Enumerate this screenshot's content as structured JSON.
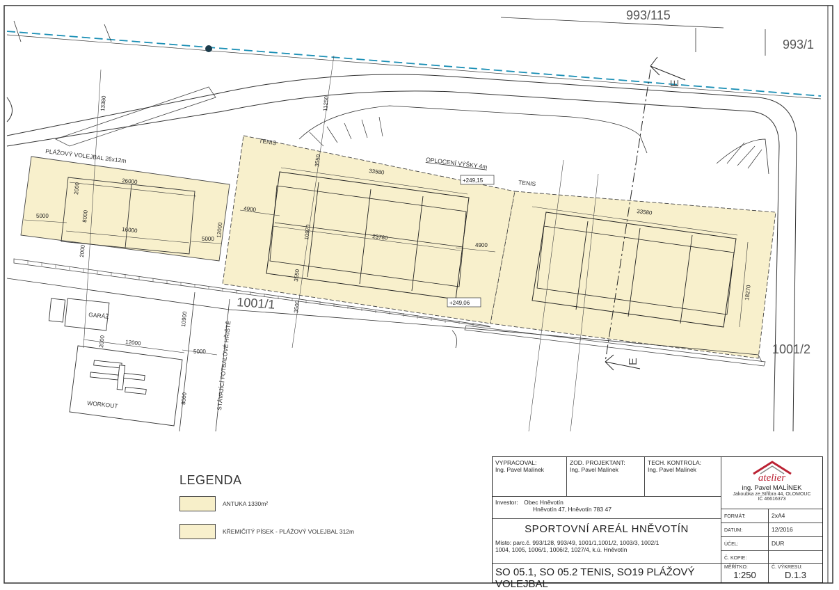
{
  "drawing": {
    "parcel_labels": {
      "p993_115": "993/115",
      "p993_1": "993/1",
      "p1001_1": "1001/1",
      "p1001_2": "1001/2"
    },
    "section_mark": "E",
    "areas": {
      "beach_volleyball": "PLÁŽOVÝ VOLEJBAL  26x12m",
      "tennis_1": "TENIS",
      "tennis_2": "TENIS",
      "fence": "OPLOCENÍ VÝŠKY 4m",
      "garage": "GARÁŽ",
      "workout": "WORKOUT",
      "football": "STÁVAJÍCÍ FOTBALOVÉ HŘIŠTĚ"
    },
    "levels": [
      "+249,15",
      "+249,06"
    ],
    "dimensions": {
      "d13380": "13380",
      "d11250": "11250",
      "d26000": "26000",
      "d5000a": "5000",
      "d8000a": "8000",
      "d2000a": "2000",
      "d2000b": "2000",
      "d16000": "16000",
      "d5000b": "5000",
      "d12000v": "12000",
      "d33580a": "33580",
      "d3550a": "3550",
      "d4900a": "4900",
      "d10970": "10970",
      "d23780": "23780",
      "d4900b": "4900",
      "d3550b": "3550",
      "d3500": "3500",
      "d33580b": "33580",
      "d18270": "18270",
      "d10900": "10900",
      "d2000c": "2000",
      "d12000h": "12000",
      "d5000c": "5000",
      "d8000b": "8000"
    }
  },
  "legend": {
    "title": "LEGENDA",
    "items": [
      "ANTUKA 1330m²",
      "KŘEMIČITÝ PÍSEK - PLÁŽOVÝ VOLEJBAL  312m"
    ]
  },
  "title_block": {
    "prepared_label": "VYPRACOVAL:",
    "prepared_value": "Ing. Pavel Malínek",
    "responsible_label": "ZOD. PROJEKTANT:",
    "responsible_value": "Ing. Pavel Malínek",
    "check_label": "TECH. KONTROLA:",
    "check_value": "Ing. Pavel Malínek",
    "logo_word": "atelier",
    "company_name": "ing. Pavel  MALÍNEK",
    "company_address": "Jakoubka ze Stříbra 44, OLOMOUC",
    "company_id": "IČ 46616373",
    "investor_label": "Investor:",
    "investor_line1": "Obec Hněvotín",
    "investor_line2": "Hněvotín 47, Hněvotín 783 47",
    "project_title": "SPORTOVNÍ AREÁL HNĚVOTÍN",
    "place_line1": "Místo: parc.č. 993/128, 993/49, 1001/1,1001/2, 1003/3, 1002/1",
    "place_line2": "1004, 1005, 1006/1, 1006/2, 1027/4, k.ú. Hněvotín",
    "format_label": "FORMÁT:",
    "format_value": "2xA4",
    "date_label": "DATUM:",
    "date_value": "12/2016",
    "purpose_label": "ÚČEL:",
    "purpose_value": "DUR",
    "copy_label": "Č. KOPIE:",
    "copy_value": "",
    "scale_label": "MĚŘÍTKO:",
    "scale_value": "1:250",
    "sheet_label": "Č. VÝKRESU:",
    "sheet_value": "D.1.3",
    "drawing_title": "SO 05.1, SO 05.2 TENIS, SO19 PLÁŽOVÝ VOLEJBAL"
  }
}
